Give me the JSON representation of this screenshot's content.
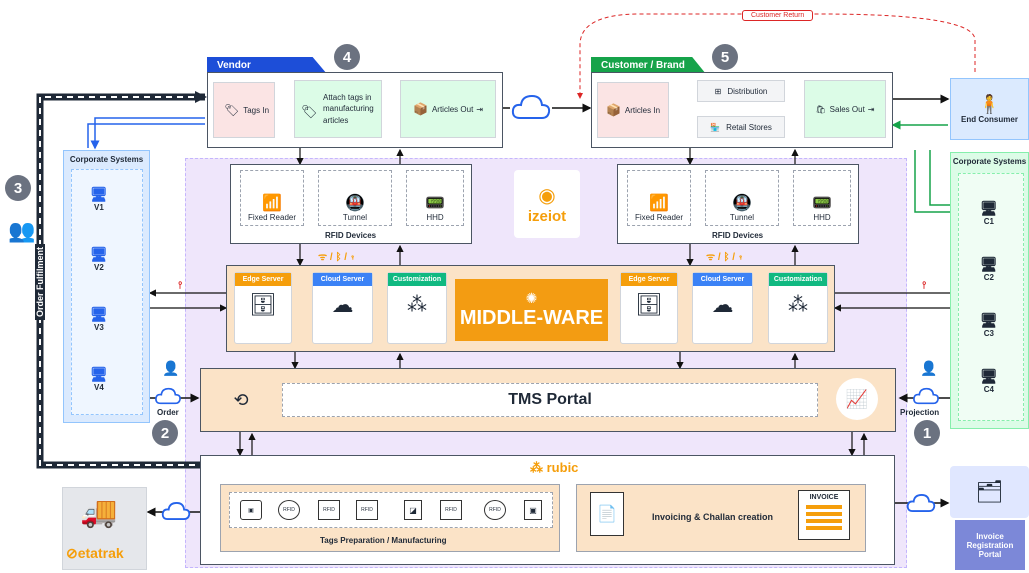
{
  "customer_return": "Customer Return",
  "vendor": {
    "title": "Vendor",
    "step": "4",
    "tags_in": "Tags In",
    "attach": "Attach tags in manufacturing articles",
    "articles_out": "Articles Out"
  },
  "customer": {
    "title": "Customer / Brand",
    "step": "5",
    "articles_in": "Articles In",
    "distribution": "Distribution",
    "retail": "Retail Stores",
    "sales_out": "Sales Out"
  },
  "end_consumer": "End Consumer",
  "corp_left": {
    "title": "Corporate Systems",
    "items": [
      "V1",
      "V2",
      "V3",
      "V4"
    ]
  },
  "corp_right": {
    "title": "Corporate Systems",
    "items": [
      "C1",
      "C2",
      "C3",
      "C4"
    ]
  },
  "rfid_left": {
    "fixed": "Fixed Reader",
    "tunnel": "Tunnel",
    "hhd": "HHD",
    "title": "RFID Devices"
  },
  "rfid_right": {
    "fixed": "Fixed Reader",
    "tunnel": "Tunnel",
    "hhd": "HHD",
    "title": "RFID Devices"
  },
  "brand": "izeiot",
  "middleware": {
    "edge": "Edge Server",
    "cloud": "Cloud Server",
    "custom": "Customization",
    "title": "MIDDLE-WARE"
  },
  "order_fulfilment": "Order Fulfilment",
  "step3": "3",
  "step2": "2",
  "step1": "1",
  "order": "Order",
  "projection": "Projection",
  "tms": "TMS Portal",
  "rubic": "rubic",
  "tags_prep": "Tags Preparation / Manufacturing",
  "rfid_tag_text": "RFID",
  "invoicing": "Invoicing & Challan creation",
  "invoice_doc": "INVOICE",
  "etatrak": "etatrak",
  "invoice_portal": "Invoice Registration Portal",
  "colors": {
    "blue": "#1d4ed8",
    "green": "#16a34a",
    "orange": "#f59e0b",
    "purple_bg": "#ede4fb",
    "middleware": "#f39c12"
  }
}
